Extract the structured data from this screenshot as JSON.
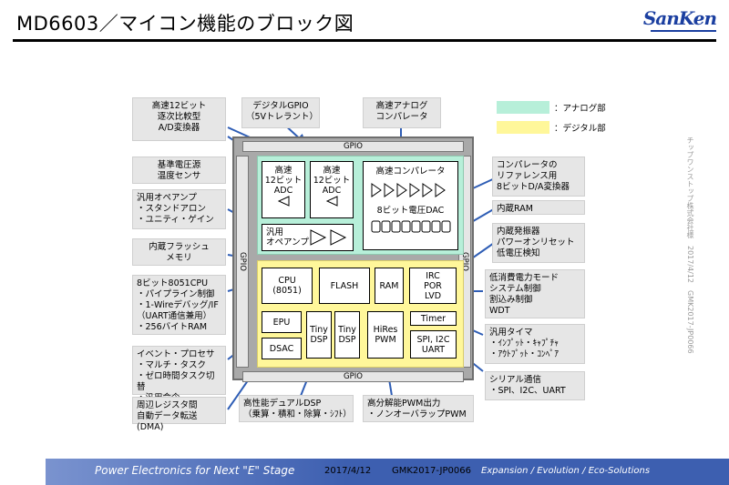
{
  "header": {
    "title": "MD6603／マイコン機能のブロック図",
    "logo": "SanKen"
  },
  "legend": {
    "analog": "：アナログ部",
    "digital": "：デジタル部",
    "analog_color": "#b7efd9",
    "digital_color": "#fff79a"
  },
  "chip": {
    "gpio_top": "GPIO",
    "gpio_bottom": "GPIO",
    "gpio_left": "GPIO",
    "gpio_right": "GPIO",
    "adc1": "高速\n12ビット\nADC",
    "adc2": "高速\n12ビット\nADC",
    "comparator": "高速コンパレータ",
    "dac": "8ビット電圧DAC",
    "opamp": "汎用\nオペアンプ",
    "cpu": "CPU\n(8051)",
    "flash": "FLASH",
    "ram": "RAM",
    "irc": "IRC\nPOR\nLVD",
    "epu": "EPU",
    "tiny_dsp1": "Tiny\nDSP",
    "tiny_dsp2": "Tiny\nDSP",
    "hires_pwm": "HiRes\nPWM",
    "timer": "Timer",
    "spi_uart": "SPI, I2C\nUART",
    "dsac": "DSAC"
  },
  "callouts": {
    "adc": "高速12ビット\n逐次比較型\nA/D変換器",
    "gpio": "デジタルGPIO\n（5Vトレラント）",
    "analog_comp": "高速アナログ\nコンパレータ",
    "ref": "基準電圧源\n温度センサ",
    "opamp": "汎用オペアンプ\n・スタンドアロン\n・ユニティ・ゲイン",
    "flash": "内蔵フラッシュ\nメモリ",
    "cpu": "8ビット8051CPU\n・パイプライン制御\n・1-Wireデバッグ/IF\n（UART通信兼用）\n・256バイトRAM",
    "event": "イベント・プロセサ\n・マルチ・タスク\n・ゼロ時間タスク切替\n・汎用命令",
    "dma": "周辺レジスタ間\n自動データ転送(DMA)",
    "dsp": "高性能デュアルDSP\n（乗算・積和・除算・ｼﾌﾄ）",
    "pwm": "高分解能PWM出力\n・ノンオーバラップPWM",
    "comp_ref": "コンパレータの\nリファレンス用\n8ビットD/A変換器",
    "ram": "内蔵RAM",
    "osc": "内蔵発振器\nパワーオンリセット\n低電圧検知",
    "power": "低消費電力モード\nシステム制御\n割込み制御\nWDT",
    "timer": "汎用タイマ\n・ｲﾝﾌﾟｯﾄ・ｷｬﾌﾟﾁｬ\n・ｱｳﾄﾌﾟｯﾄ・ｺﾝﾍﾟｱ",
    "serial": "シリアル通信\n・SPI、I2C、UART"
  },
  "side_text": "チップワンストップ株式会社様　2017/4/12　GMK2017-JP0066",
  "footer": {
    "tagline": "Power Electronics for Next \"E\" Stage",
    "date": "2017/4/12",
    "doc_id": "GMK2017-JP0066",
    "slogan": "Expansion / Evolution / Eco-Solutions"
  }
}
